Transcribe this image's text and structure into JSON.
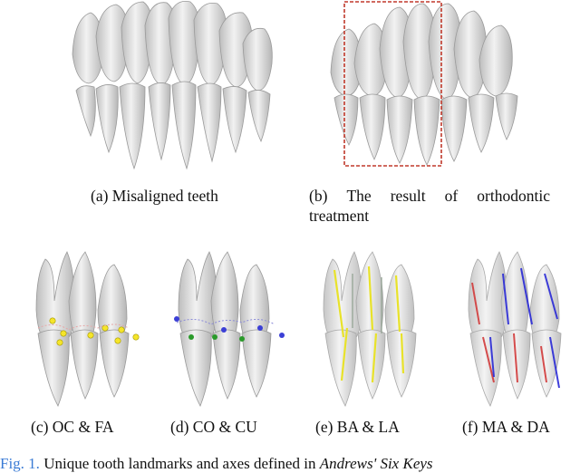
{
  "captions": {
    "a": "(a) Misaligned teeth",
    "b_line1_words": [
      "(b)",
      "The",
      "result",
      "of",
      "orthodontic"
    ],
    "b_line2": "treatment",
    "c": "(c) OC & FA",
    "d": "(d) CO & CU",
    "e": "(e) BA & LA",
    "f": "(f) MA & DA"
  },
  "footer": {
    "fig_label": "Fig. 1.",
    "text": " Unique tooth landmarks and axes defined in ",
    "italic": "Andrews' Six Keys"
  },
  "colors": {
    "tooth": "#d9d9d9",
    "highlight_box": "#c0392b",
    "oc_points": "#f5e52a",
    "cu_points_blue": "#3b3fd6",
    "cu_points_green": "#2a9a2a",
    "axis_yellow": "#e8e22a",
    "axis_red": "#d23b3b",
    "axis_blue": "#2a2ad6"
  }
}
